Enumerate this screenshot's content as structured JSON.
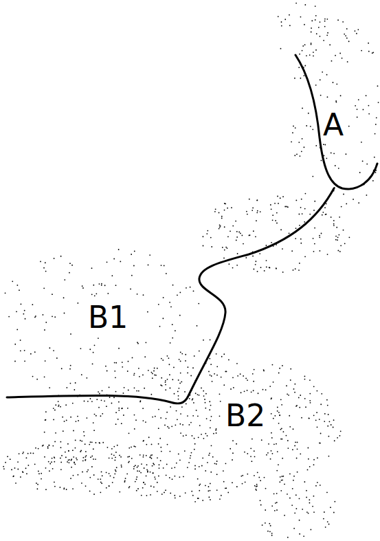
{
  "diagram": {
    "labels": [
      "A",
      "B1",
      "B2"
    ]
  }
}
